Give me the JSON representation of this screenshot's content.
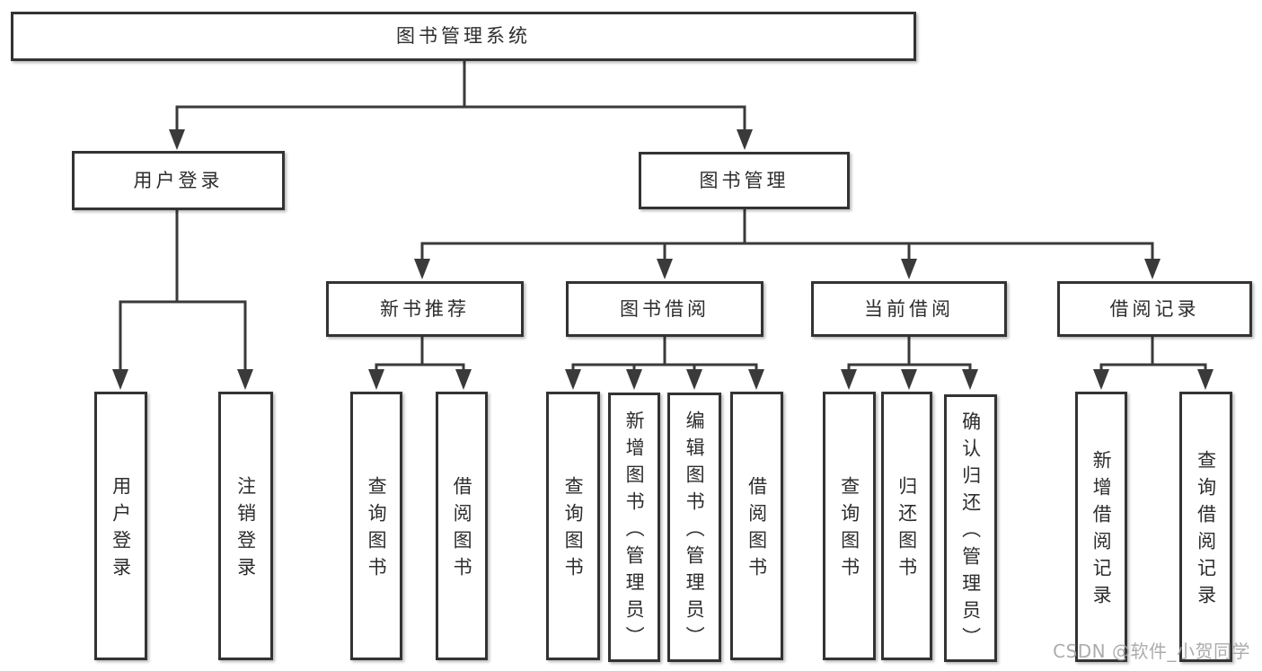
{
  "diagram": {
    "watermark": "CSDN @软件_小贺同学",
    "colors": {
      "line": "#3a3a3a",
      "box_border": "#333333",
      "text": "#2d2d2d",
      "background": "#ffffff",
      "watermark": "#a5a5a5"
    },
    "tree": {
      "root": {
        "label": "图书管理系统",
        "children": [
          {
            "label": "用户登录",
            "children": [
              {
                "label": "用户登录"
              },
              {
                "label": "注销登录"
              }
            ]
          },
          {
            "label": "图书管理",
            "children": [
              {
                "label": "新书推荐",
                "children": [
                  {
                    "label": "查询图书"
                  },
                  {
                    "label": "借阅图书"
                  }
                ]
              },
              {
                "label": "图书借阅",
                "children": [
                  {
                    "label": "查询图书"
                  },
                  {
                    "label": "新增图书（管理员）"
                  },
                  {
                    "label": "编辑图书（管理员）"
                  },
                  {
                    "label": "借阅图书"
                  }
                ]
              },
              {
                "label": "当前借阅",
                "children": [
                  {
                    "label": "查询图书"
                  },
                  {
                    "label": "归还图书"
                  },
                  {
                    "label": "确认归还（管理员）"
                  }
                ]
              },
              {
                "label": "借阅记录",
                "children": [
                  {
                    "label": "新增借阅记录"
                  },
                  {
                    "label": "查询借阅记录"
                  }
                ]
              }
            ]
          }
        ]
      }
    }
  }
}
